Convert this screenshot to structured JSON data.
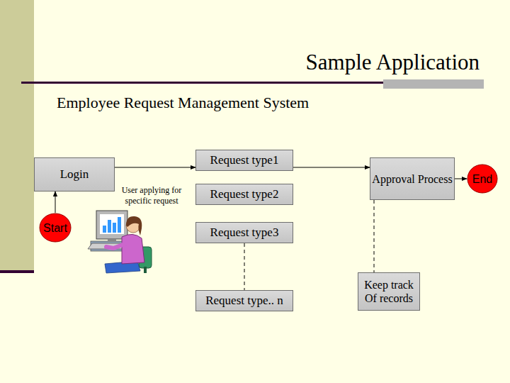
{
  "diagram": {
    "title": "Sample Application",
    "nodes": [
      {
        "text": [
          "Login"
        ]
      },
      {
        "text": [
          "Start"
        ]
      },
      {
        "text": [
          "Request type1"
        ]
      },
      {
        "text": [
          "Request type2"
        ]
      },
      {
        "text": [
          "Request type3"
        ]
      },
      {
        "text": [
          "Request type.. n"
        ]
      },
      {
        "text": [
          "Approval Process"
        ]
      },
      {
        "text": [
          "End"
        ]
      },
      {
        "text": [
          "Keep track Of records"
        ]
      }
    ],
    "edges": [
      {
        "from": 1,
        "to": 0,
        "arrow": "to"
      },
      {
        "from": 0,
        "to": 2,
        "arrow": "to"
      },
      {
        "from": 2,
        "to": 6,
        "arrow": "to"
      },
      {
        "from": 6,
        "to": 7,
        "arrow": "to"
      },
      {
        "from": 4,
        "to": 5,
        "arrow": "none"
      },
      {
        "from": 6,
        "to": 8,
        "arrow": "none"
      }
    ],
    "labels": [
      "Employee Request Management System",
      "User applying for specific request"
    ]
  }
}
